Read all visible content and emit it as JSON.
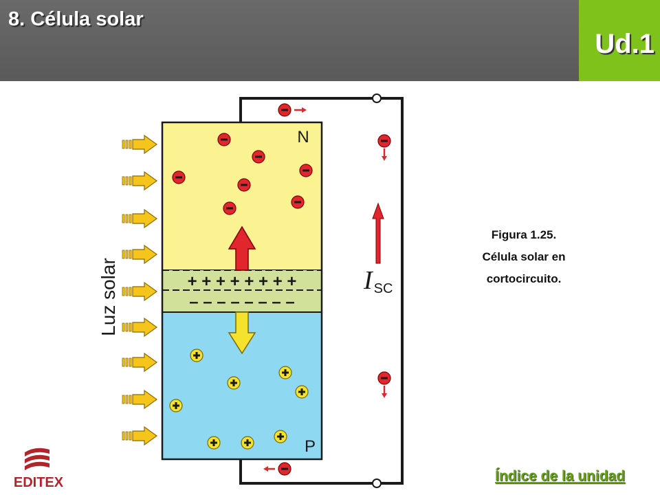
{
  "header": {
    "title": "8. Célula solar",
    "unit": "Ud.1"
  },
  "diagram": {
    "region_n_label": "N",
    "region_p_label": "P",
    "light_label": "Luz solar",
    "current_symbol": "I",
    "current_subscript": "SC",
    "junction_plus_row": "+ + + + + + + +",
    "junction_minus_row": "– – – – – – – –",
    "colors": {
      "n_region": "#fbf291",
      "p_region": "#8fd8f2",
      "junction": "#d2e199",
      "electron": "#e2262e",
      "hole": "#f5e22c",
      "light_arrow": "#f5c51c"
    }
  },
  "caption": {
    "line1": "Figura 1.25.",
    "line2": "Célula solar en",
    "line3": "cortocircuito."
  },
  "footer": {
    "logo_text": "EDITEX",
    "index_link": "Índice de la unidad"
  }
}
